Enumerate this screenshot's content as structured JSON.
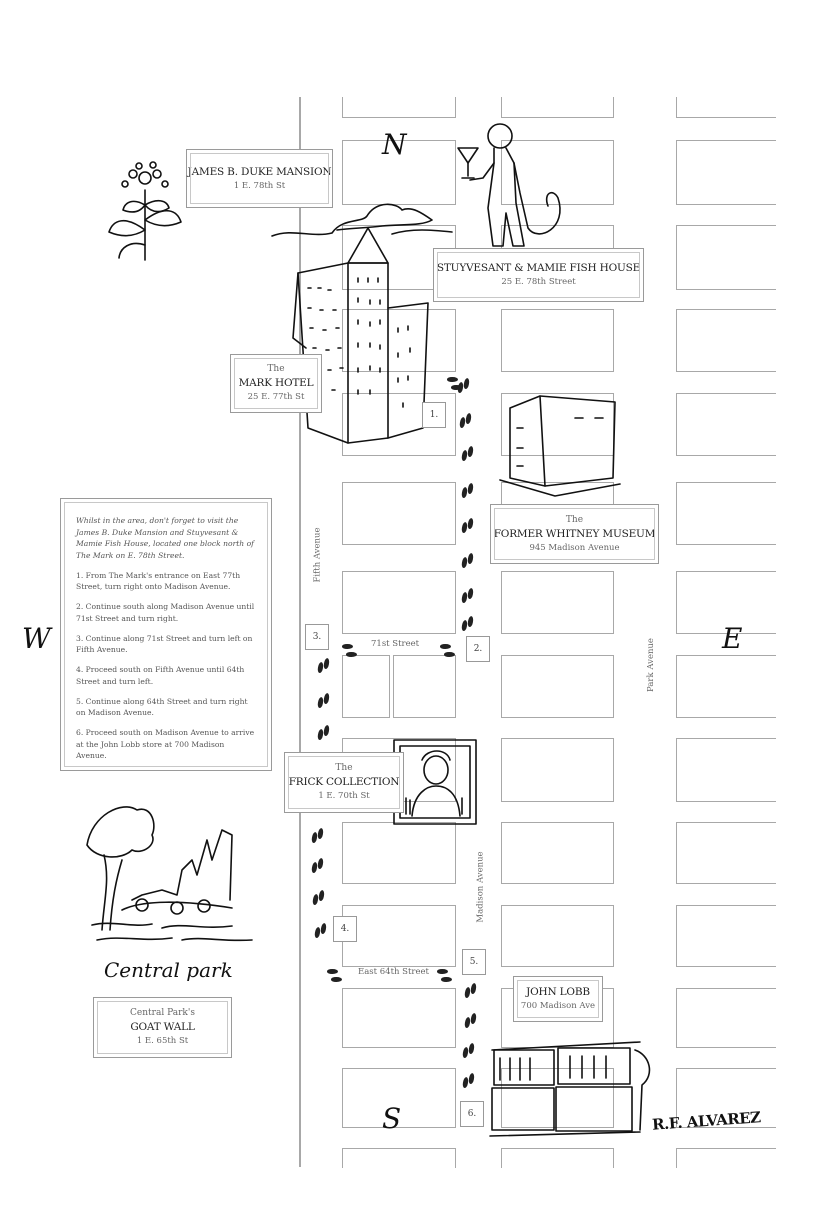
{
  "compass": {
    "north": "N",
    "west": "W",
    "east": "E",
    "south": "S"
  },
  "streets": {
    "fifth_avenue": "Fifth Avenue",
    "madison_avenue": "Madison Avenue",
    "park_avenue": "Park Avenue",
    "st71": "71st Street",
    "st64": "East 64th Street"
  },
  "landmarks": {
    "duke": {
      "name": "JAMES B. DUKE MANSION",
      "address": "1 E. 78th St"
    },
    "fish": {
      "name": "STUYVESANT & MAMIE FISH HOUSE",
      "address": "25 E. 78th Street"
    },
    "mark": {
      "pre": "The",
      "name": "MARK HOTEL",
      "address": "25 E. 77th St"
    },
    "whitney": {
      "pre": "The",
      "name": "FORMER WHITNEY MUSEUM",
      "address": "945 Madison Avenue"
    },
    "frick": {
      "pre": "The",
      "name": "FRICK COLLECTION",
      "address": "1 E. 70th St"
    },
    "lobb": {
      "name": "JOHN LOBB",
      "address": "700 Madison Ave"
    },
    "goat": {
      "pre": "Central Park's",
      "name": "GOAT WALL",
      "address": "1 E. 65th St"
    }
  },
  "steps": [
    "1.",
    "2.",
    "3.",
    "4.",
    "5.",
    "6."
  ],
  "instructions": {
    "intro": "Whilst in the area, don't forget to visit the James B. Duke Mansion and Stuyvesant & Mamie Fish House, located one block north of The Mark on E. 78th Street.",
    "items": [
      "1. From The Mark's entrance on East 77th Street, turn right onto Madison Avenue.",
      "2. Continue south along Madison Avenue until 71st Street and turn right.",
      "3. Continue along 71st Street and turn left on Fifth Avenue.",
      "4. Proceed south on Fifth Avenue until 64th Street and turn left.",
      "5. Continue along 64th Street and turn right on Madison Avenue.",
      "6. Proceed south on Madison Avenue to arrive at the John Lobb store at 700 Madison Avenue."
    ]
  },
  "central_park_caption": "Central park",
  "signature": "R.F. ALVAREZ"
}
